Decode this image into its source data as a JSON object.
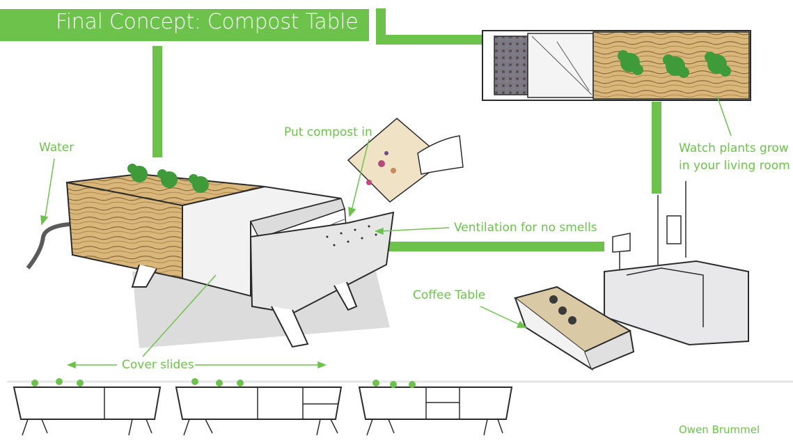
{
  "title": "Final Concept: Compost Table",
  "labels": {
    "water": "Water",
    "put_compost_in": "Put compost in",
    "watch_plants_line1": "Watch plants grow",
    "watch_plants_line2": "in your living room",
    "ventilation": "Ventilation for no smells",
    "coffee_table": "Coffee Table",
    "cover_slides": "Cover slides"
  },
  "author": "Owen Brummel",
  "colors": {
    "accent_green": "#6cc24a",
    "ink": "#2b2b2b",
    "wood": "#d9b77a",
    "wood_grain": "#8a6a3a",
    "plant": "#3f9b3a",
    "shadow_gray": "#9a9a9a"
  }
}
